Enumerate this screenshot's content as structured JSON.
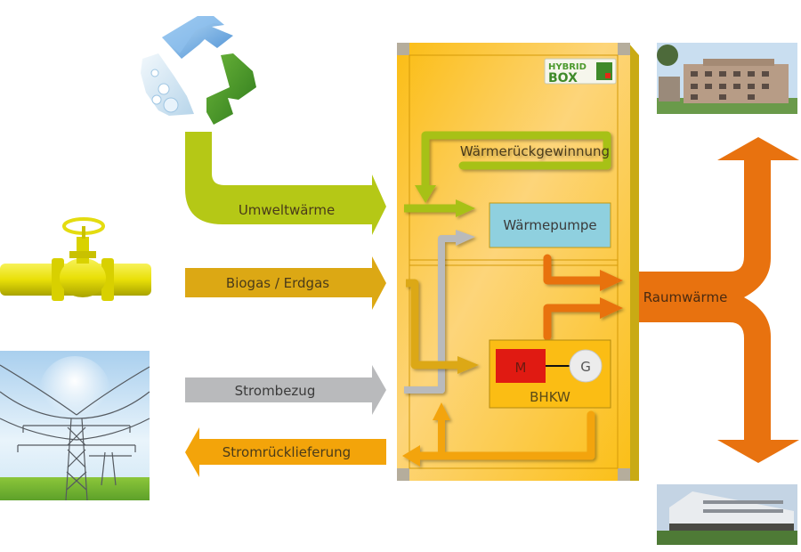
{
  "diagram": {
    "title_badge": {
      "line1": "HYBRID",
      "line2": "BOX"
    },
    "inputs": [
      {
        "id": "umweltwaerme",
        "label": "Umweltwärme",
        "direction": "in",
        "color": "#b5c816",
        "source_icon": "recycle-icon"
      },
      {
        "id": "biogas",
        "label": "Biogas / Erdgas",
        "direction": "in",
        "color": "#dca814",
        "source_icon": "gas-pipeline-valve-icon"
      },
      {
        "id": "strombezug",
        "label": "Strombezug",
        "direction": "in",
        "color": "#b9babc",
        "source_icon": "power-pylon-icon"
      },
      {
        "id": "stromrueck",
        "label": "Stromrücklieferung",
        "direction": "out",
        "color": "#f3a40a",
        "source_icon": "power-pylon-icon"
      }
    ],
    "internal": {
      "recovery_label": "Wärmerückgewinnung",
      "heat_pump_label": "Wärmepumpe",
      "chp": {
        "label": "BHKW",
        "motor": "M",
        "generator": "G"
      }
    },
    "output": {
      "label": "Raumwärme",
      "color": "#e8720f",
      "targets": [
        "residential-building-photo",
        "office-building-photo"
      ]
    },
    "colors": {
      "box": "#fbbf16",
      "box_side": "#c9aa14",
      "heat_pump": "#8fd0df",
      "motor": "#e01a12",
      "generator": "#ececec",
      "badge_green": "#3f8a2a",
      "badge_red": "#e12a16"
    }
  }
}
